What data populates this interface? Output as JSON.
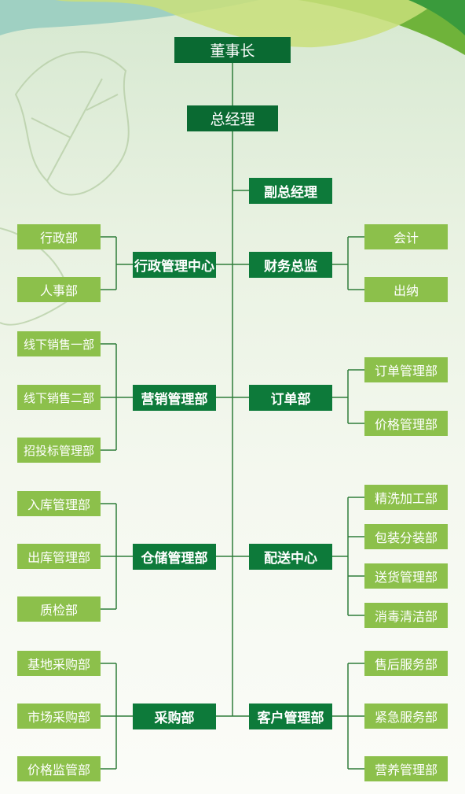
{
  "colors": {
    "dark_box": "#0d7a3a",
    "light_box": "#8cc04b",
    "line": "#2f7d3a",
    "bg_top": "#d6e8d0",
    "bg_bottom": "#fbfcf8"
  },
  "org": {
    "chairman": "董事长",
    "general_manager": "总经理",
    "vice_gm": "副总经理",
    "left_groups": [
      {
        "center": "行政管理中心",
        "children": [
          "行政部",
          "人事部"
        ]
      },
      {
        "center": "营销管理部",
        "children": [
          "线下销售一部",
          "线下销售二部",
          "招投标管理部"
        ]
      },
      {
        "center": "仓储管理部",
        "children": [
          "入库管理部",
          "出库管理部",
          "质检部"
        ]
      },
      {
        "center": "采购部",
        "children": [
          "基地采购部",
          "市场采购部",
          "价格监管部"
        ]
      }
    ],
    "right_groups": [
      {
        "center": "财务总监",
        "children": [
          "会计",
          "出纳"
        ]
      },
      {
        "center": "订单部",
        "children": [
          "订单管理部",
          "价格管理部"
        ]
      },
      {
        "center": "配送中心",
        "children": [
          "精洗加工部",
          "包装分装部",
          "送货管理部",
          "消毒清洁部"
        ]
      },
      {
        "center": "客户管理部",
        "children": [
          "售后服务部",
          "紧急服务部",
          "营养管理部"
        ]
      }
    ]
  }
}
